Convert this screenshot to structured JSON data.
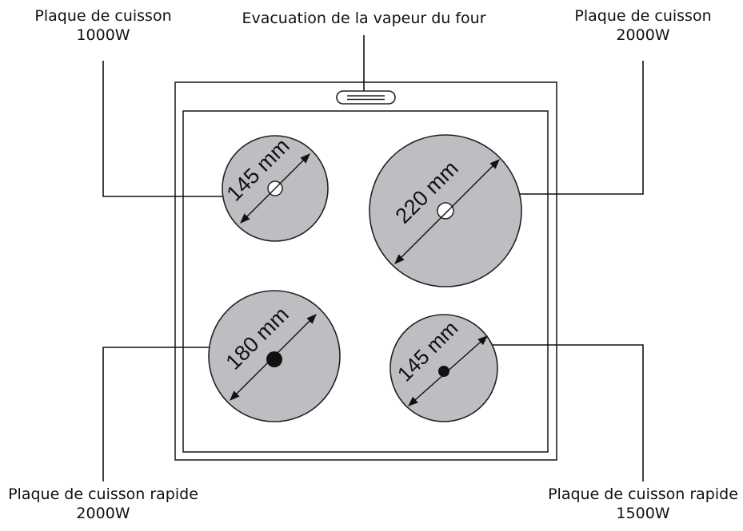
{
  "colors": {
    "plate_fill": "#bcbec1",
    "outline": "#222222",
    "background": "#ffffff"
  },
  "labels": {
    "steam_vent": "Evacuation de la vapeur du four",
    "top_left_plate": {
      "line1": "Plaque de cuisson",
      "line2": "1000W"
    },
    "top_right_plate": {
      "line1": "Plaque de cuisson",
      "line2": "2000W"
    },
    "bottom_left_plate": {
      "line1": "Plaque de cuisson rapide",
      "line2": "2000W"
    },
    "bottom_right_plate": {
      "line1": "Plaque de cuisson rapide",
      "line2": "1500W"
    }
  },
  "plates": {
    "top_left": {
      "diameter": "145 mm",
      "center": "open-circle"
    },
    "top_right": {
      "diameter": "220 mm",
      "center": "open-circle"
    },
    "bottom_left": {
      "diameter": "180 mm",
      "center": "filled-dot"
    },
    "bottom_right": {
      "diameter": "145 mm",
      "center": "filled-dot"
    }
  }
}
